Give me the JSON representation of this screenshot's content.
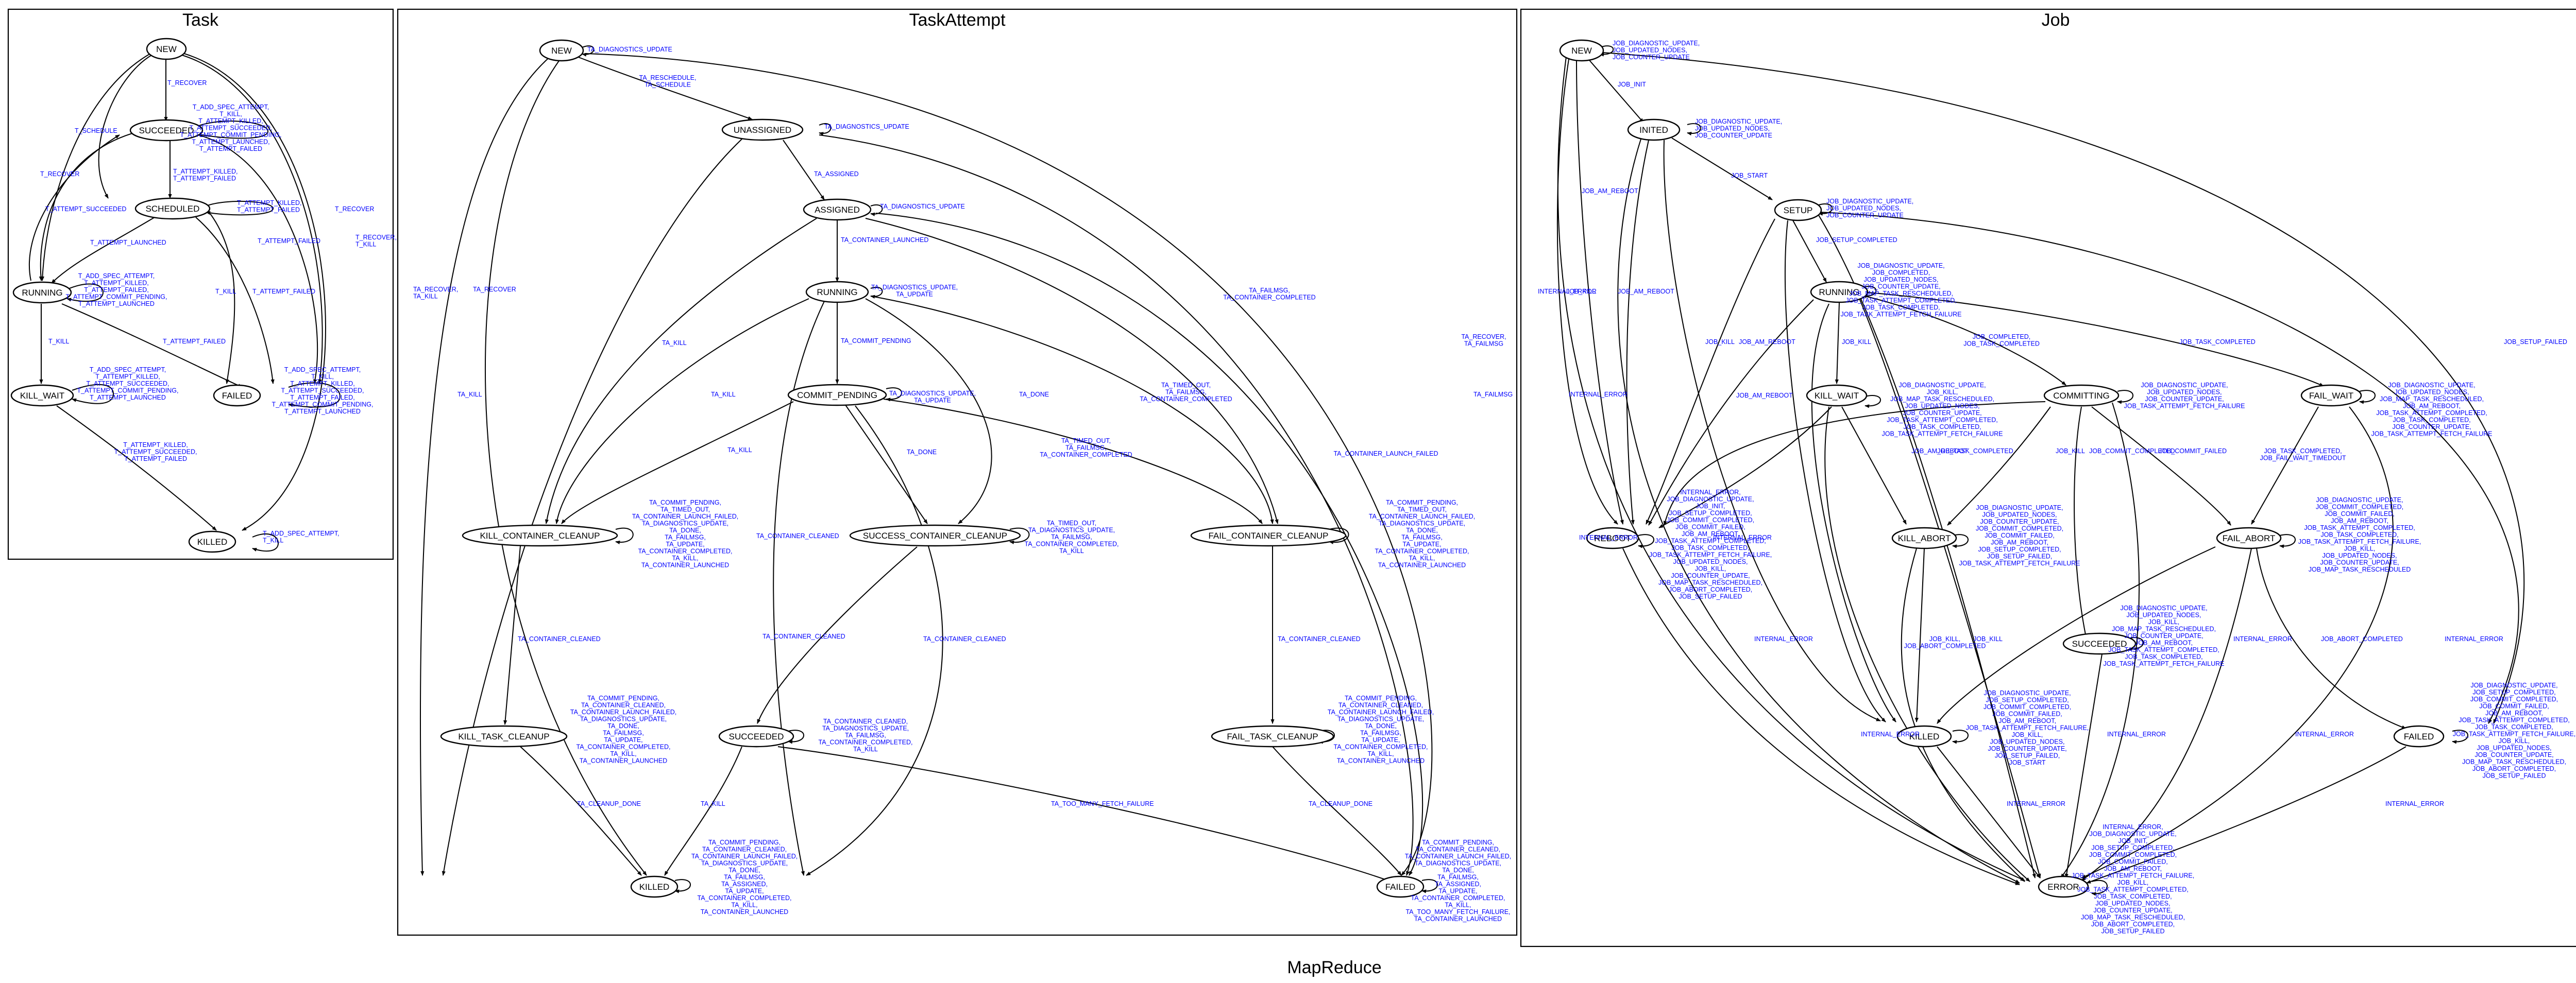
{
  "graph_title": "MapReduce",
  "clusters": {
    "task": {
      "title": "Task",
      "nodes": {
        "new": "NEW",
        "succeeded": "SUCCEEDED",
        "scheduled": "SCHEDULED",
        "running": "RUNNING",
        "kill_wait": "KILL_WAIT",
        "failed": "FAILED",
        "killed": "KILLED"
      },
      "labels": {
        "l1": [
          "T_RECOVER"
        ],
        "l2": [
          "T_ADD_SPEC_ATTEMPT,",
          "T_KILL,",
          "T_ATTEMPT_KILLED,",
          "T_ATTEMPT_SUCCEEDED,",
          "T_ATTEMPT_COMMIT_PENDING,",
          "T_ATTEMPT_LAUNCHED,",
          "T_ATTEMPT_FAILED"
        ],
        "l3": [
          "T_SCHEDULE"
        ],
        "l4": [
          "T_ATTEMPT_KILLED,",
          "T_ATTEMPT_FAILED"
        ],
        "l5": [
          "T_RECOVER"
        ],
        "l6": [
          "T_ATTEMPT_KILLED,",
          "T_ATTEMPT_FAILED"
        ],
        "l7": [
          "T_ATTEMPT_SUCCEEDED"
        ],
        "l8": [
          "T_ATTEMPT_LAUNCHED"
        ],
        "l9": [
          "T_RECOVER"
        ],
        "l10": [
          "T_RECOVER,",
          "T_KILL"
        ],
        "l11": [
          "T_ATTEMPT_FAILED"
        ],
        "l12": [
          "T_ADD_SPEC_ATTEMPT,",
          "T_ATTEMPT_KILLED,",
          "T_ATTEMPT_FAILED,",
          "T_ATTEMPT_COMMIT_PENDING,",
          "T_ATTEMPT_LAUNCHED"
        ],
        "l13": [
          "T_KILL"
        ],
        "l14": [
          "T_ATTEMPT_FAILED"
        ],
        "l15": [
          "T_ATTEMPT_FAILED"
        ],
        "l16": [
          "T_KILL"
        ],
        "l17": [
          "T_ADD_SPEC_ATTEMPT,",
          "T_ATTEMPT_KILLED,",
          "T_ATTEMPT_SUCCEEDED,",
          "T_ATTEMPT_COMMIT_PENDING,",
          "T_ATTEMPT_LAUNCHED"
        ],
        "l18": [
          "T_ADD_SPEC_ATTEMPT,",
          "T_KILL,",
          "T_ATTEMPT_KILLED,",
          "T_ATTEMPT_SUCCEEDED,",
          "T_ATTEMPT_FAILED,",
          "T_ATTEMPT_COMMIT_PENDING,",
          "T_ATTEMPT_LAUNCHED"
        ],
        "l19": [
          "T_ATTEMPT_KILLED,",
          "T_ATTEMPT_SUCCEEDED,",
          "T_ATTEMPT_FAILED"
        ],
        "l20": [
          "T_ADD_SPEC_ATTEMPT,",
          "T_KILL"
        ]
      }
    },
    "taskattempt": {
      "title": "TaskAttempt",
      "nodes": {
        "new": "NEW",
        "unassigned": "UNASSIGNED",
        "assigned": "ASSIGNED",
        "running": "RUNNING",
        "commit_pending": "COMMIT_PENDING",
        "kill_container_cleanup": "KILL_CONTAINER_CLEANUP",
        "success_container_cleanup": "SUCCESS_CONTAINER_CLEANUP",
        "fail_container_cleanup": "FAIL_CONTAINER_CLEANUP",
        "kill_task_cleanup": "KILL_TASK_CLEANUP",
        "succeeded": "SUCCEEDED",
        "fail_task_cleanup": "FAIL_TASK_CLEANUP",
        "killed": "KILLED",
        "failed": "FAILED"
      },
      "labels": {
        "a1": [
          "TA_DIAGNOSTICS_UPDATE"
        ],
        "a2": [
          "TA_RESCHEDULE,",
          "TA_SCHEDULE"
        ],
        "a3": [
          "TA_DIAGNOSTICS_UPDATE"
        ],
        "a4": [
          "TA_ASSIGNED"
        ],
        "a5": [
          "TA_DIAGNOSTICS_UPDATE"
        ],
        "a6": [
          "TA_CONTAINER_LAUNCHED"
        ],
        "a7": [
          "TA_DIAGNOSTICS_UPDATE,",
          "TA_UPDATE"
        ],
        "a8": [
          "TA_COMMIT_PENDING"
        ],
        "a9": [
          "TA_DIAGNOSTICS_UPDATE,",
          "TA_UPDATE"
        ],
        "a10": [
          "TA_RECOVER"
        ],
        "a11": [
          "TA_RECOVER,",
          "TA_KILL"
        ],
        "a12": [
          "TA_KILL"
        ],
        "a13": [
          "TA_KILL"
        ],
        "a14": [
          "TA_KILL"
        ],
        "a15": [
          "TA_KILL"
        ],
        "a16": [
          "TA_DONE"
        ],
        "a17": [
          "TA_DONE"
        ],
        "a18": [
          "TA_FAILMSG,",
          "TA_CONTAINER_COMPLETED"
        ],
        "a19": [
          "TA_TIMED_OUT,",
          "TA_FAILMSG,",
          "TA_CONTAINER_COMPLETED"
        ],
        "a20": [
          "TA_TIMED_OUT,",
          "TA_FAILMSG,",
          "TA_CONTAINER_COMPLETED"
        ],
        "a21": [
          "TA_RECOVER,",
          "TA_FAILMSG"
        ],
        "a22": [
          "TA_FAILMSG"
        ],
        "a23": [
          "TA_CONTAINER_LAUNCH_FAILED"
        ],
        "a24": [
          "TA_COMMIT_PENDING,",
          "TA_TIMED_OUT,",
          "TA_CONTAINER_LAUNCH_FAILED,",
          "TA_DIAGNOSTICS_UPDATE,",
          "TA_DONE,",
          "TA_FAILMSG,",
          "TA_UPDATE,",
          "TA_CONTAINER_COMPLETED,",
          "TA_KILL,",
          "TA_CONTAINER_LAUNCHED"
        ],
        "a25": [
          "TA_TIMED_OUT,",
          "TA_DIAGNOSTICS_UPDATE,",
          "TA_FAILMSG,",
          "TA_CONTAINER_COMPLETED,",
          "TA_KILL"
        ],
        "a26": [
          "TA_COMMIT_PENDING,",
          "TA_TIMED_OUT,",
          "TA_CONTAINER_LAUNCH_FAILED,",
          "TA_DIAGNOSTICS_UPDATE,",
          "TA_DONE,",
          "TA_FAILMSG,",
          "TA_UPDATE,",
          "TA_CONTAINER_COMPLETED,",
          "TA_KILL,",
          "TA_CONTAINER_LAUNCHED"
        ],
        "a27": [
          "TA_CONTAINER_CLEANED"
        ],
        "a28": [
          "TA_CONTAINER_CLEANED"
        ],
        "a29": [
          "TA_CONTAINER_CLEANED"
        ],
        "a30": [
          "TA_CONTAINER_CLEANED"
        ],
        "a31": [
          "TA_CONTAINER_CLEANED"
        ],
        "a32": [
          "TA_COMMIT_PENDING,",
          "TA_CONTAINER_CLEANED,",
          "TA_CONTAINER_LAUNCH_FAILED,",
          "TA_DIAGNOSTICS_UPDATE,",
          "TA_DONE,",
          "TA_FAILMSG,",
          "TA_UPDATE,",
          "TA_CONTAINER_COMPLETED,",
          "TA_KILL,",
          "TA_CONTAINER_LAUNCHED"
        ],
        "a33": [
          "TA_CONTAINER_CLEANED,",
          "TA_DIAGNOSTICS_UPDATE,",
          "TA_FAILMSG,",
          "TA_CONTAINER_COMPLETED,",
          "TA_KILL"
        ],
        "a34": [
          "TA_COMMIT_PENDING,",
          "TA_CONTAINER_CLEANED,",
          "TA_CONTAINER_LAUNCH_FAILED,",
          "TA_DIAGNOSTICS_UPDATE,",
          "TA_DONE,",
          "TA_FAILMSG,",
          "TA_UPDATE,",
          "TA_CONTAINER_COMPLETED,",
          "TA_KILL,",
          "TA_CONTAINER_LAUNCHED"
        ],
        "a35": [
          "TA_CLEANUP_DONE"
        ],
        "a36": [
          "TA_KILL"
        ],
        "a37": [
          "TA_TOO_MANY_FETCH_FAILURE"
        ],
        "a38": [
          "TA_CLEANUP_DONE"
        ],
        "a39": [
          "TA_COMMIT_PENDING,",
          "TA_CONTAINER_CLEANED,",
          "TA_CONTAINER_LAUNCH_FAILED,",
          "TA_DIAGNOSTICS_UPDATE,",
          "TA_DONE,",
          "TA_FAILMSG,",
          "TA_ASSIGNED,",
          "TA_UPDATE,",
          "TA_CONTAINER_COMPLETED,",
          "TA_KILL,",
          "TA_CONTAINER_LAUNCHED"
        ],
        "a40": [
          "TA_COMMIT_PENDING,",
          "TA_CONTAINER_CLEANED,",
          "TA_CONTAINER_LAUNCH_FAILED,",
          "TA_DIAGNOSTICS_UPDATE,",
          "TA_DONE,",
          "TA_FAILMSG,",
          "TA_ASSIGNED,",
          "TA_UPDATE,",
          "TA_CONTAINER_COMPLETED,",
          "TA_KILL,",
          "TA_TOO_MANY_FETCH_FAILURE,",
          "TA_CONTAINER_LAUNCHED"
        ]
      }
    },
    "job": {
      "title": "Job",
      "nodes": {
        "new": "NEW",
        "inited": "INITED",
        "setup": "SETUP",
        "running": "RUNNING",
        "kill_wait": "KILL_WAIT",
        "committing": "COMMITTING",
        "fail_wait": "FAIL_WAIT",
        "reboot": "REBOOT",
        "kill_abort": "KILL_ABORT",
        "fail_abort": "FAIL_ABORT",
        "succeeded": "SUCCEEDED",
        "killed": "KILLED",
        "failed": "FAILED",
        "error": "ERROR"
      },
      "labels": {
        "j1": [
          "JOB_DIAGNOSTIC_UPDATE,",
          "JOB_UPDATED_NODES,",
          "JOB_COUNTER_UPDATE"
        ],
        "j2": [
          "JOB_INIT"
        ],
        "j3": [
          "JOB_DIAGNOSTIC_UPDATE,",
          "JOB_UPDATED_NODES,",
          "JOB_COUNTER_UPDATE"
        ],
        "j4": [
          "JOB_START"
        ],
        "j5": [
          "JOB_DIAGNOSTIC_UPDATE,",
          "JOB_UPDATED_NODES,",
          "JOB_COUNTER_UPDATE"
        ],
        "j6": [
          "JOB_SETUP_COMPLETED"
        ],
        "j7": [
          "JOB_DIAGNOSTIC_UPDATE,",
          "JOB_COMPLETED,",
          "JOB_UPDATED_NODES,",
          "JOB_COUNTER_UPDATE,",
          "JOB_MAP_TASK_RESCHEDULED,",
          "JOB_TASK_ATTEMPT_COMPLETED,",
          "JOB_TASK_COMPLETED,",
          "JOB_TASK_ATTEMPT_FETCH_FAILURE"
        ],
        "j8": [
          "JOB_AM_REBOOT"
        ],
        "j9": [
          "JOB_KILL"
        ],
        "j10": [
          "JOB_AM_REBOOT"
        ],
        "j11": [
          "JOB_KILL"
        ],
        "j12": [
          "JOB_AM_REBOOT"
        ],
        "j13": [
          "JOB_KILL"
        ],
        "j14": [
          "JOB_AM_REBOOT"
        ],
        "j15": [
          "JOB_COMPLETED,",
          "JOB_TASK_COMPLETED"
        ],
        "j16": [
          "JOB_TASK_COMPLETED"
        ],
        "j17": [
          "JOB_SETUP_FAILED"
        ],
        "j18": [
          "JOB_INIT"
        ],
        "j19": [
          "JOB_DIAGNOSTIC_UPDATE,",
          "JOB_KILL,",
          "JOB_MAP_TASK_RESCHEDULED,",
          "JOB_UPDATED_NODES,",
          "JOB_COUNTER_UPDATE,",
          "JOB_TASK_ATTEMPT_COMPLETED,",
          "JOB_TASK_COMPLETED,",
          "JOB_TASK_ATTEMPT_FETCH_FAILURE"
        ],
        "j20": [
          "JOB_DIAGNOSTIC_UPDATE,",
          "JOB_UPDATED_NODES,",
          "JOB_COUNTER_UPDATE,",
          "JOB_TASK_ATTEMPT_FETCH_FAILURE"
        ],
        "j21": [
          "JOB_DIAGNOSTIC_UPDATE,",
          "JOB_UPDATED_NODES,",
          "JOB_MAP_TASK_RESCHEDULED,",
          "JOB_AM_REBOOT,",
          "JOB_TASK_ATTEMPT_COMPLETED,",
          "JOB_TASK_COMPLETED,",
          "JOB_COUNTER_UPDATE,",
          "JOB_TASK_ATTEMPT_FETCH_FAILURE"
        ],
        "j22": [
          "JOB_AM_REBOOT"
        ],
        "j23": [
          "JOB_TASK_COMPLETED"
        ],
        "j24": [
          "JOB_KILL"
        ],
        "j25": [
          "JOB_COMMIT_COMPLETED"
        ],
        "j26": [
          "JOB_COMMIT_FAILED"
        ],
        "j27": [
          "JOB_TASK_COMPLETED,",
          "JOB_FAIL_WAIT_TIMEDOUT"
        ],
        "j28": [
          "INTERNAL_ERROR,",
          "JOB_DIAGNOSTIC_UPDATE,",
          "JOB_INIT,",
          "JOB_SETUP_COMPLETED,",
          "JOB_COMMIT_COMPLETED,",
          "JOB_COMMIT_FAILED,",
          "JOB_AM_REBOOT,",
          "JOB_TASK_ATTEMPT_COMPLETED,",
          "JOB_TASK_COMPLETED,",
          "JOB_TASK_ATTEMPT_FETCH_FAILURE,",
          "JOB_UPDATED_NODES,",
          "JOB_KILL,",
          "JOB_COUNTER_UPDATE,",
          "JOB_MAP_TASK_RESCHEDULED,",
          "JOB_ABORT_COMPLETED,",
          "JOB_SETUP_FAILED"
        ],
        "j29": [
          "JOB_DIAGNOSTIC_UPDATE,",
          "JOB_UPDATED_NODES,",
          "JOB_COUNTER_UPDATE,",
          "JOB_COMMIT_COMPLETED,",
          "JOB_COMMIT_FAILED,",
          "JOB_AM_REBOOT,",
          "JOB_SETUP_COMPLETED,",
          "JOB_SETUP_FAILED,",
          "JOB_TASK_ATTEMPT_FETCH_FAILURE"
        ],
        "j30": [
          "JOB_DIAGNOSTIC_UPDATE,",
          "JOB_COMMIT_COMPLETED,",
          "JOB_COMMIT_FAILED,",
          "JOB_AM_REBOOT,",
          "JOB_TASK_ATTEMPT_COMPLETED,",
          "JOB_TASK_COMPLETED,",
          "JOB_TASK_ATTEMPT_FETCH_FAILURE,",
          "JOB_KILL,",
          "JOB_UPDATED_NODES,",
          "JOB_COUNTER_UPDATE,",
          "JOB_MAP_TASK_RESCHEDULED"
        ],
        "j31": [
          "JOB_DIAGNOSTIC_UPDATE,",
          "JOB_UPDATED_NODES,",
          "JOB_KILL,",
          "JOB_MAP_TASK_RESCHEDULED,",
          "JOB_COUNTER_UPDATE,",
          "JOB_AM_REBOOT,",
          "JOB_TASK_ATTEMPT_COMPLETED,",
          "JOB_TASK_COMPLETED,",
          "JOB_TASK_ATTEMPT_FETCH_FAILURE"
        ],
        "j32": [
          "JOB_KILL,",
          "JOB_ABORT_COMPLETED"
        ],
        "j33": [
          "JOB_KILL"
        ],
        "j34": [
          "JOB_ABORT_COMPLETED"
        ],
        "j35": [
          "JOB_DIAGNOSTIC_UPDATE,",
          "JOB_SETUP_COMPLETED,",
          "JOB_COMMIT_COMPLETED,",
          "JOB_COMMIT_FAILED,",
          "JOB_AM_REBOOT,",
          "JOB_TASK_ATTEMPT_FETCH_FAILURE,",
          "JOB_KILL,",
          "JOB_UPDATED_NODES,",
          "JOB_COUNTER_UPDATE,",
          "JOB_SETUP_FAILED,",
          "JOB_START"
        ],
        "j36": [
          "JOB_DIAGNOSTIC_UPDATE,",
          "JOB_SETUP_COMPLETED,",
          "JOB_COMMIT_COMPLETED,",
          "JOB_COMMIT_FAILED,",
          "JOB_AM_REBOOT,",
          "JOB_TASK_ATTEMPT_COMPLETED,",
          "JOB_TASK_COMPLETED,",
          "JOB_TASK_ATTEMPT_FETCH_FAILURE,",
          "JOB_KILL,",
          "JOB_UPDATED_NODES,",
          "JOB_COUNTER_UPDATE,",
          "JOB_MAP_TASK_RESCHEDULED,",
          "JOB_ABORT_COMPLETED,",
          "JOB_SETUP_FAILED"
        ],
        "j37": [
          "INTERNAL_ERROR,",
          "JOB_DIAGNOSTIC_UPDATE,",
          "JOB_INIT,",
          "JOB_SETUP_COMPLETED,",
          "JOB_COMMIT_COMPLETED,",
          "JOB_COMMIT_FAILED,",
          "JOB_AM_REBOOT,",
          "JOB_TASK_ATTEMPT_FETCH_FAILURE,",
          "JOB_KILL,",
          "JOB_TASK_ATTEMPT_COMPLETED,",
          "JOB_TASK_COMPLETED,",
          "JOB_UPDATED_NODES,",
          "JOB_COUNTER_UPDATE,",
          "JOB_MAP_TASK_RESCHEDULED,",
          "JOB_ABORT_COMPLETED,",
          "JOB_SETUP_FAILED"
        ],
        "ie": [
          "INTERNAL_ERROR"
        ]
      }
    }
  }
}
